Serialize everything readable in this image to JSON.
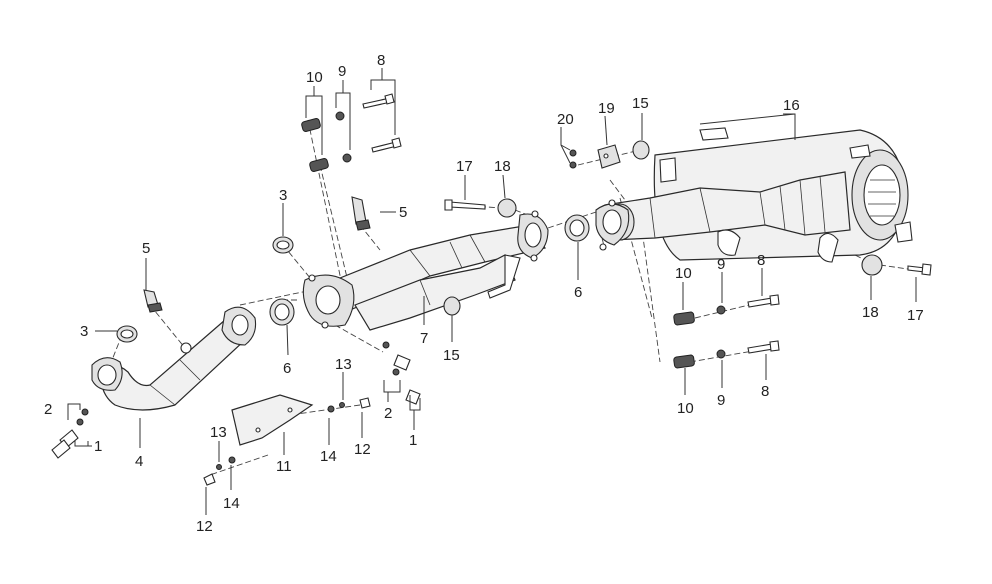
{
  "callouts": [
    {
      "id": "c-10-top",
      "text": "10"
    },
    {
      "id": "c-9-top",
      "text": "9"
    },
    {
      "id": "c-8-top",
      "text": "8"
    },
    {
      "id": "c-3-mid",
      "text": "3"
    },
    {
      "id": "c-5-mid",
      "text": "5"
    },
    {
      "id": "c-5-left",
      "text": "5"
    },
    {
      "id": "c-3-left",
      "text": "3"
    },
    {
      "id": "c-6-left",
      "text": "6"
    },
    {
      "id": "c-7",
      "text": "7"
    },
    {
      "id": "c-15-mid",
      "text": "15"
    },
    {
      "id": "c-2-left",
      "text": "2"
    },
    {
      "id": "c-1-left",
      "text": "1"
    },
    {
      "id": "c-4",
      "text": "4"
    },
    {
      "id": "c-13-a",
      "text": "13"
    },
    {
      "id": "c-2-mid",
      "text": "2"
    },
    {
      "id": "c-1-mid",
      "text": "1"
    },
    {
      "id": "c-12-a",
      "text": "12"
    },
    {
      "id": "c-14-a",
      "text": "14"
    },
    {
      "id": "c-11",
      "text": "11"
    },
    {
      "id": "c-13-b",
      "text": "13"
    },
    {
      "id": "c-14-b",
      "text": "14"
    },
    {
      "id": "c-12-b",
      "text": "12"
    },
    {
      "id": "c-17-top",
      "text": "17"
    },
    {
      "id": "c-18-top",
      "text": "18"
    },
    {
      "id": "c-6-right",
      "text": "6"
    },
    {
      "id": "c-20",
      "text": "20"
    },
    {
      "id": "c-19",
      "text": "19"
    },
    {
      "id": "c-15-top",
      "text": "15"
    },
    {
      "id": "c-16",
      "text": "16"
    },
    {
      "id": "c-10-r1",
      "text": "10"
    },
    {
      "id": "c-9-r1",
      "text": "9"
    },
    {
      "id": "c-8-r1",
      "text": "8"
    },
    {
      "id": "c-10-r2",
      "text": "10"
    },
    {
      "id": "c-9-r2",
      "text": "9"
    },
    {
      "id": "c-8-r2",
      "text": "8"
    },
    {
      "id": "c-18-right",
      "text": "18"
    },
    {
      "id": "c-17-right",
      "text": "17"
    }
  ]
}
